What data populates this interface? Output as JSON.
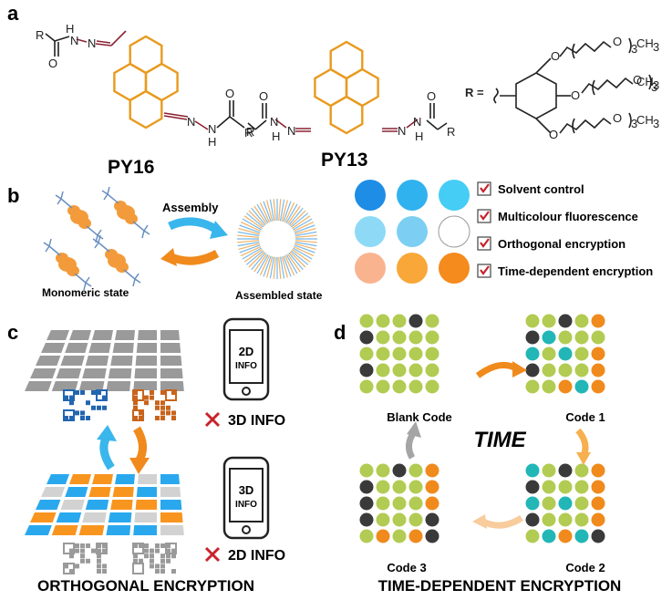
{
  "panels": {
    "a": "a",
    "b": "b",
    "c": "c",
    "d": "d"
  },
  "molecules": {
    "py16": "PY16",
    "py13": "PY13",
    "atoms": {
      "r": "R",
      "o": "O",
      "h": "H",
      "n": "N",
      "ch3": "CH",
      "ch3_sub": "3",
      "index3": "3",
      "r_equals": "R ="
    }
  },
  "assembly": {
    "arrow_label": "Assembly",
    "monomeric": "Monomeric state",
    "assembled": "Assembled state"
  },
  "dot_colors": [
    "#1e8de6",
    "#30b2ef",
    "#45cdf5",
    "#8edaf6",
    "#7ccff2",
    "#ffffff",
    "#f9b48f",
    "#f8a738",
    "#f58a1d"
  ],
  "features": [
    "Solvent control",
    "Multicolour fluorescence",
    "Orthogonal encryption",
    "Time-dependent encryption"
  ],
  "orthogonal": {
    "phone_top_line1": "2D",
    "phone_top_line2": "INFO",
    "cross_top": "3D INFO",
    "phone_bottom_line1": "3D",
    "phone_bottom_line2": "INFO",
    "cross_bottom": "2D INFO",
    "caption": "ORTHOGONAL ENCRYPTION",
    "grid_colors": [
      "#2aa8ee",
      "#f8951f",
      "#d2d2d2"
    ]
  },
  "time_dependent": {
    "center_label": "TIME",
    "codes": [
      "Blank Code",
      "Code 1",
      "Code 2",
      "Code 3"
    ],
    "caption": "TIME-DEPENDENT ENCRYPTION",
    "colors": {
      "g": "#b2cb52",
      "k": "#3a3a3a",
      "t": "#22b6b6",
      "o": "#f08a1c"
    },
    "grids": [
      [
        "gggkgg",
        "kggggg",
        "gggggg",
        "kggggg",
        "gggggk"
      ],
      [
        "ggkgo",
        "ktggg",
        "tgtgo",
        "kgggo",
        "ggoto"
      ],
      [
        "tgkgo",
        "kgggo",
        "tgtgo",
        "kgggo",
        "gtotk"
      ],
      [
        "ggkgo",
        "kgggo",
        "kgggo",
        "kgggk",
        "gogok"
      ]
    ]
  }
}
